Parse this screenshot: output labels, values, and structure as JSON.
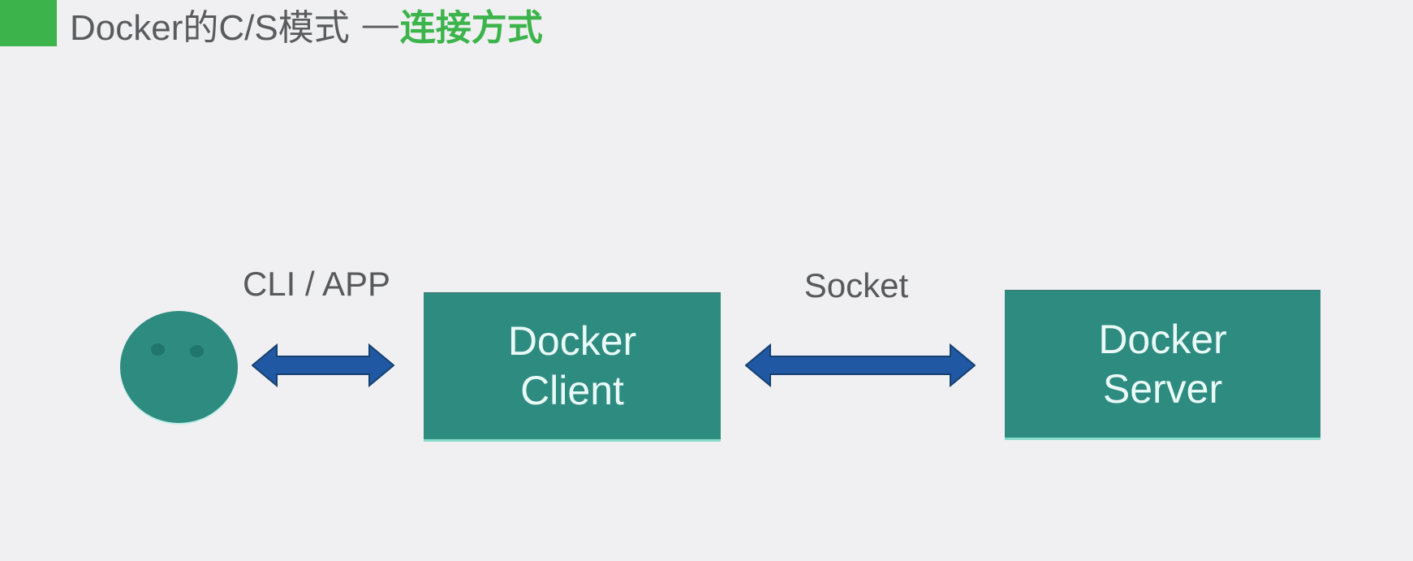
{
  "title": {
    "main": "Docker的C/S模式",
    "dash": "—",
    "highlight": "连接方式"
  },
  "diagram": {
    "user": {
      "icon": "user-head-circle"
    },
    "connection1": {
      "label": "CLI / APP",
      "arrow_icon": "double-headed-arrow"
    },
    "client_box": {
      "line1": "Docker",
      "line2": "Client"
    },
    "connection2": {
      "label": "Socket",
      "arrow_icon": "double-headed-arrow"
    },
    "server_box": {
      "line1": "Docker",
      "line2": "Server"
    }
  },
  "colors": {
    "background": "#f0f0f2",
    "accent_green": "#3cb44b",
    "title_gray": "#5a5b5e",
    "label_gray": "#58595c",
    "box_teal": "#2e8b80",
    "box_text": "#eafaf7",
    "eye_teal": "#20756c",
    "arrow_blue": "#2058a4",
    "arrow_edge": "#16416f"
  }
}
